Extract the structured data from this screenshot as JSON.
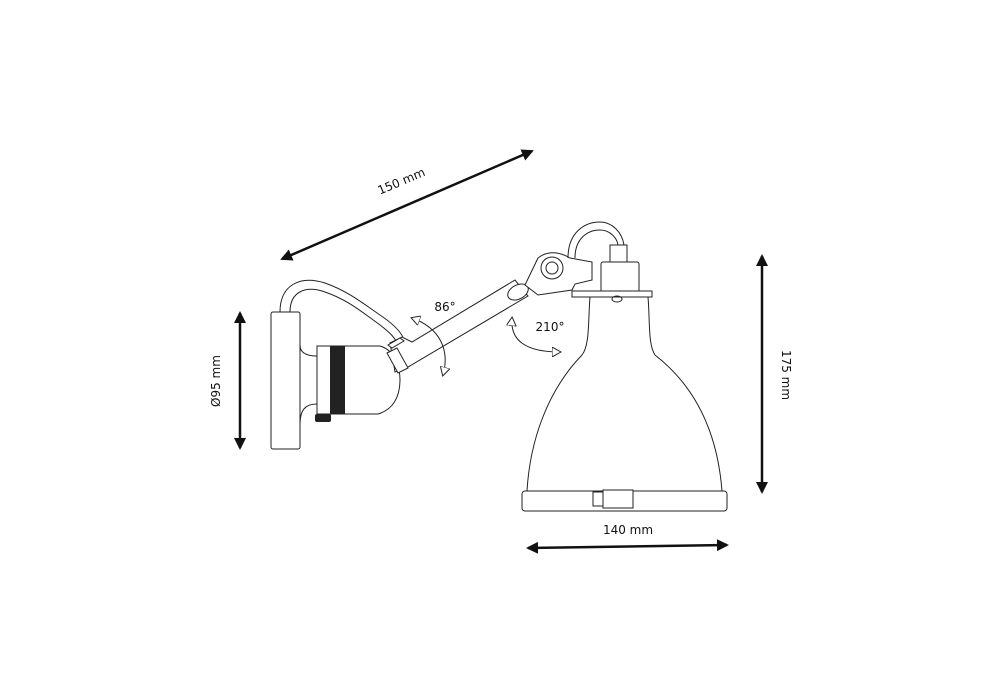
{
  "diagram": {
    "dimensions": {
      "arm_length": "150 mm",
      "base_diameter": "Ø95 mm",
      "height": "175 mm",
      "shade_width": "140 mm"
    },
    "angles": {
      "arm_rotation": "86°",
      "shade_rotation": "210°"
    },
    "colors": {
      "line": "#222222",
      "background": "#ffffff"
    }
  }
}
